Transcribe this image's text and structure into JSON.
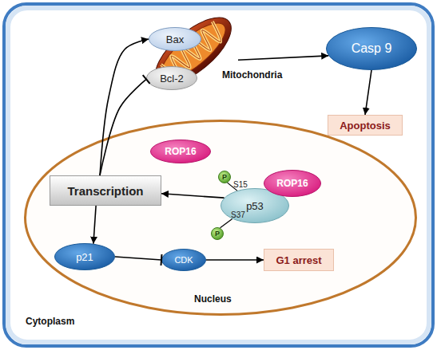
{
  "diagram": {
    "nodes": [
      {
        "text": [
          "Cytoplasm"
        ]
      },
      {
        "text": [
          "Mitochondria"
        ],
        "in": 0
      },
      {
        "text": [
          "Bax"
        ],
        "in": 0
      },
      {
        "text": [
          "Bcl-2"
        ],
        "in": 0
      },
      {
        "text": [
          "Casp 9"
        ],
        "in": 0
      },
      {
        "text": [
          "Apoptosis"
        ],
        "in": 0
      },
      {
        "text": [
          "Nucleus"
        ],
        "in": 0
      },
      {
        "text": [
          "ROP16"
        ],
        "in": 6
      },
      {
        "text": [
          "P"
        ],
        "in": 6
      },
      {
        "text": [
          "ROP16"
        ],
        "in": 6
      },
      {
        "text": [
          "p53"
        ],
        "in": 6
      },
      {
        "text": [
          "Transcription"
        ],
        "in": 6
      },
      {
        "text": [
          "P"
        ],
        "in": 6
      },
      {
        "text": [
          "p21"
        ],
        "in": 6
      },
      {
        "text": [
          "CDK"
        ],
        "in": 6
      },
      {
        "text": [
          "G1 arrest"
        ],
        "in": 6
      }
    ],
    "edges": [
      {
        "from": 11,
        "to": 2,
        "arrow": "to"
      },
      {
        "from": 11,
        "to": 3,
        "arrow": "to"
      },
      {
        "from": 1,
        "to": 4,
        "arrow": "to"
      },
      {
        "from": 4,
        "to": 5,
        "arrow": "to"
      },
      {
        "from": 10,
        "to": 11,
        "arrow": "to"
      },
      {
        "from": 11,
        "to": 13,
        "arrow": "to"
      },
      {
        "from": 13,
        "to": 14,
        "arrow": "to"
      },
      {
        "from": 14,
        "to": 15,
        "arrow": "to"
      },
      {
        "from": 8,
        "to": 10,
        "arrow": "none"
      },
      {
        "from": 12,
        "to": 10,
        "arrow": "none"
      }
    ],
    "labels": [
      "S15",
      "S37"
    ]
  }
}
